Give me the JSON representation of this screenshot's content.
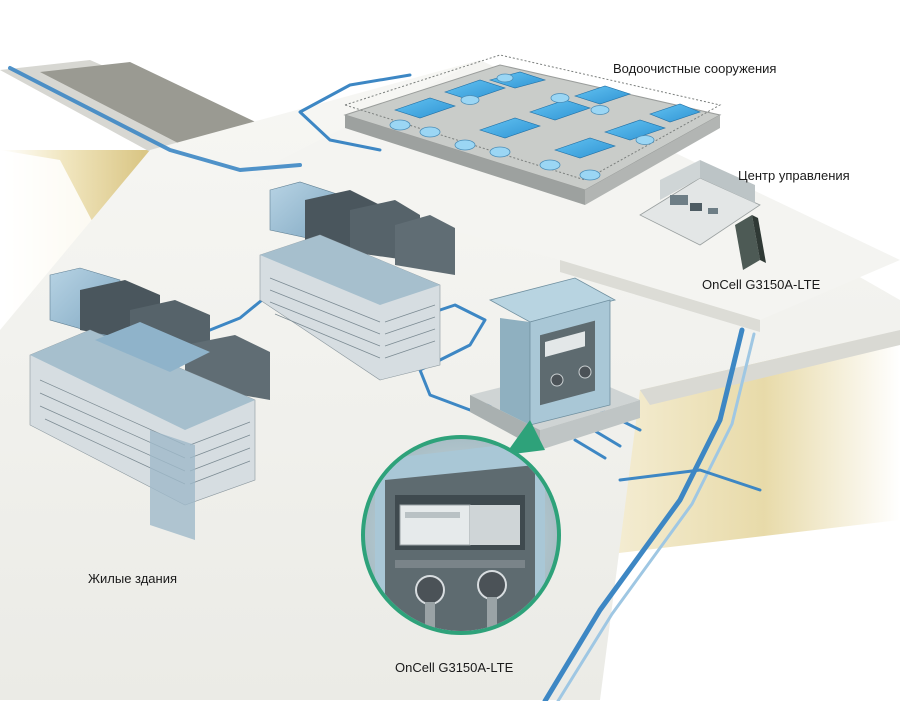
{
  "labels": {
    "water_treatment": "Водоочистные сооружения",
    "control_center": "Центр управления",
    "device_top": "OnCell G3150A-LTE",
    "residential": "Жилые здания",
    "device_bottom": "OnCell G3150A-LTE"
  },
  "colors": {
    "pipe": "#3d87c4",
    "pool_water": "#3fa6e2",
    "building_glass": "#8eb3cc",
    "building_dark": "#3e4a52",
    "ground": "#f2f2ee",
    "road": "#8e8e86",
    "soil": "#d6c078",
    "callout_ring": "#2ea27a",
    "cabinet": "#a9c7d6"
  }
}
